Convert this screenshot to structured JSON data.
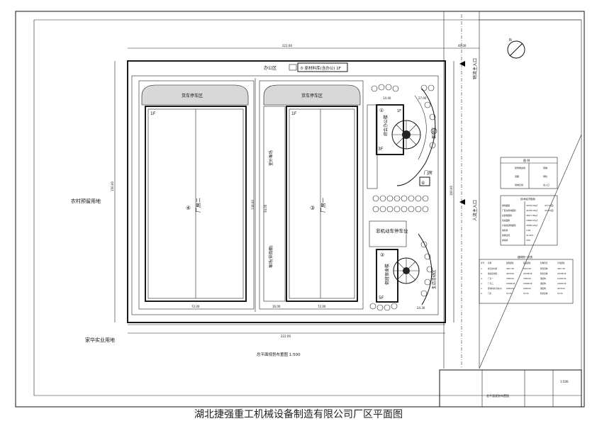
{
  "caption": "湖北捷强重工机械设备制造有限公司厂区平面图",
  "drawing_title": "总平面规划布置图 1:500",
  "labels": {
    "village_land": "农村预留用地",
    "neighbor_land": "家华实业用地",
    "logistics_entrance": "物流主入口",
    "pedestrian_entrance": "人流主入口",
    "north_symbol": "N",
    "office_top": "办公区",
    "materials_warehouse": "⑤ 原材料库(含办公) 1F",
    "truck_parking_left": "货车停车区",
    "truck_parking_right": "货车停车区",
    "plant_two": "厂房二",
    "plant_one": "厂房一",
    "plant_two_no": "④",
    "plant_one_no": "③",
    "floor_1f_a": "1F",
    "floor_1f_b": "1F",
    "yard": "室外堆场",
    "yard_rain": "堆场(带雨棚)",
    "office_building": "综合办公楼",
    "office_no": "①",
    "floor_3f": "3F",
    "floor_1f_c": "1F",
    "landscape": "景观区",
    "gate_house": "门房",
    "gate_no": "⑥",
    "vehicle_parking": "非机动车停车位",
    "dorm_no": "②",
    "dorm": "倒班宿舍楼",
    "floor_5f": "5F",
    "living_area": "生活活动区"
  },
  "dimensions": {
    "top_total": "222.00",
    "bottom_total": "222.00",
    "right_road": "40.00",
    "left_height": "150.00",
    "right_height": "160.00",
    "inner_height": "138.00",
    "bottom_left": "72.00",
    "bottom_mid": "72.00",
    "bottom_a": "16.00",
    "bottom_b": "24.30",
    "top_a": "14.40",
    "top_b": "27.00",
    "yard_w": "34.00"
  },
  "legend": {
    "title": "图 例",
    "items": [
      "建筑物边线",
      "围墙",
      "道路",
      "绿化",
      "用地红线",
      "出入口"
    ]
  },
  "tech_table": {
    "title": "技术经济指标",
    "rows": [
      [
        "用地面积",
        "44700.00㎡",
        "(67.05亩)"
      ],
      [
        "厂区总用地面积",
        "44700.00㎡",
        "(67.05亩)"
      ],
      [
        "总建筑面积",
        "36577.80㎡",
        ""
      ],
      [
        "基底面积",
        "23684.25㎡",
        ""
      ],
      [
        "计容总建筑面积",
        "43084.25㎡",
        ""
      ],
      [
        "容积率",
        "0.96",
        ""
      ],
      [
        "建筑密度",
        "41.60%",
        ""
      ],
      [
        "绿地率",
        "20%",
        ""
      ]
    ]
  },
  "building_table": {
    "title": "建筑物一览表",
    "header": [
      "序号",
      "名称",
      "建筑面积",
      "基底面积",
      "结构形式",
      "计容面积"
    ],
    "rows": [
      [
        "①",
        "综合办公楼",
        "3627.48",
        "1622.58",
        "框架结构",
        "3627.48"
      ],
      [
        "②",
        "倒班宿舍楼",
        "4259.60",
        "29708.00",
        "框架结构",
        "29708.00"
      ],
      [
        "③",
        "厂房一",
        "7380.00",
        "7380.00",
        "钢结构",
        "14400.00"
      ],
      [
        "④",
        "厂房二",
        "10998.00",
        "10998.00",
        "钢结构",
        "21600.00"
      ],
      [
        "⑤",
        "原材料库(含办公)",
        "1989.00",
        "1989.00",
        "钢结构",
        "3978.00"
      ],
      [
        "⑥",
        "门房",
        "22.50",
        "22.50",
        "框架结构",
        "22.50"
      ]
    ]
  },
  "title_block": {
    "drawing_name": "总平面规划布置图",
    "scale": "1:500"
  }
}
